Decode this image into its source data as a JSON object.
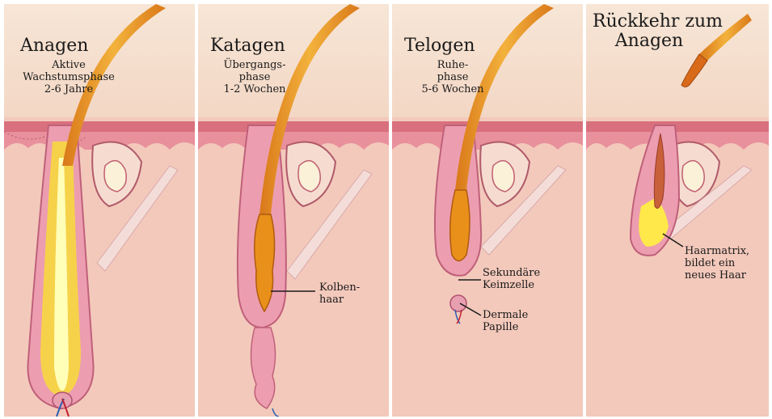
{
  "colors": {
    "skin": "#f2c8b8",
    "epidermis": "#e07a8a",
    "hair": "#e89a2a",
    "bulb": "#ffe46a",
    "text": "#1a1a1a"
  },
  "panels": [
    {
      "title": "Anagen",
      "subtitle": [
        "Aktive",
        "Wachstumsphase",
        "2-6 Jahre"
      ]
    },
    {
      "title": "Katagen",
      "subtitle": [
        "Übergangs-",
        "phase",
        "1-2 Wochen"
      ],
      "labels": {
        "kolben": [
          "Kolben-",
          "haar"
        ]
      }
    },
    {
      "title": "Telogen",
      "subtitle": [
        "Ruhe-",
        "phase",
        "5-6 Wochen"
      ],
      "labels": {
        "keim": [
          "Sekundäre",
          "Keimzelle"
        ],
        "papille": [
          "Dermale",
          "Papille"
        ]
      }
    },
    {
      "title_lines": [
        "Rückkehr zum",
        "Anagen"
      ],
      "labels": {
        "matrix": [
          "Haarmatrix,",
          "bildet ein",
          "neues Haar"
        ]
      }
    }
  ]
}
